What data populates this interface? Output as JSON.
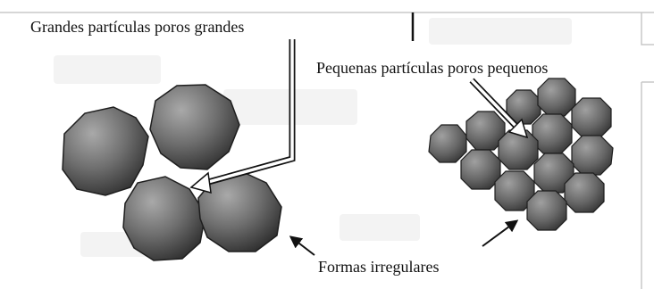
{
  "labels": {
    "large": "Grandes partículas poros grandes",
    "small": "Pequenas partículas poros pequenos",
    "irregular": "Formas irregulares"
  },
  "colors": {
    "particle_dark": "#2a2a2a",
    "particle_mid": "#6e6e6e",
    "particle_light": "#a9a9a9",
    "line": "#111111",
    "frame": "#c8c8c8",
    "background_pattern": "#f3f3f3"
  }
}
